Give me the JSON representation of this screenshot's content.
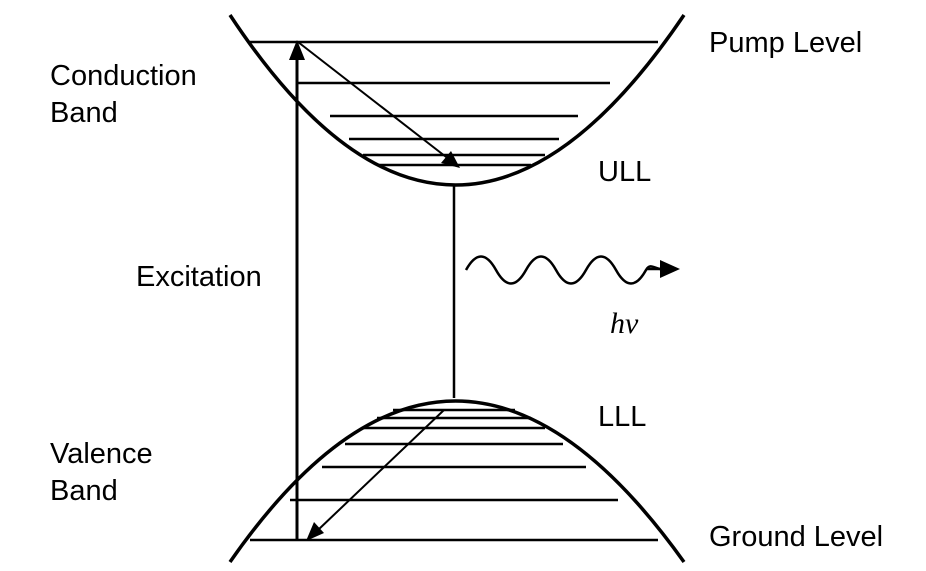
{
  "labels": {
    "pump_level": "Pump Level",
    "conduction_band_line1": "Conduction",
    "conduction_band_line2": "Band",
    "ull": "ULL",
    "excitation": "Excitation",
    "photon": "hν",
    "lll": "LLL",
    "valence_band_line1": "Valence",
    "valence_band_line2": "Band",
    "ground_level": "Ground Level"
  },
  "colors": {
    "stroke": "#000000",
    "background": "#ffffff"
  }
}
